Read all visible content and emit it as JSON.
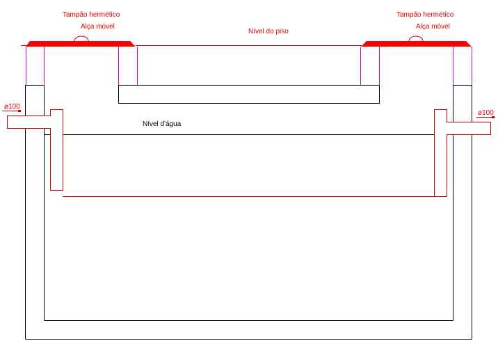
{
  "labels": {
    "lid_left": "Tampão hermético",
    "handle_left": "Alça móvel",
    "lid_right": "Tampão hermético",
    "handle_right": "Alça móvel",
    "floor_level": "Nível do piso",
    "water_level": "Nível d'água",
    "inlet_diameter": "ø100",
    "outlet_diameter": "ø100"
  },
  "colors": {
    "structure": "#000000",
    "pipes": "#cc0000",
    "lids": "#ff0000",
    "risers": "#cc00cc"
  }
}
